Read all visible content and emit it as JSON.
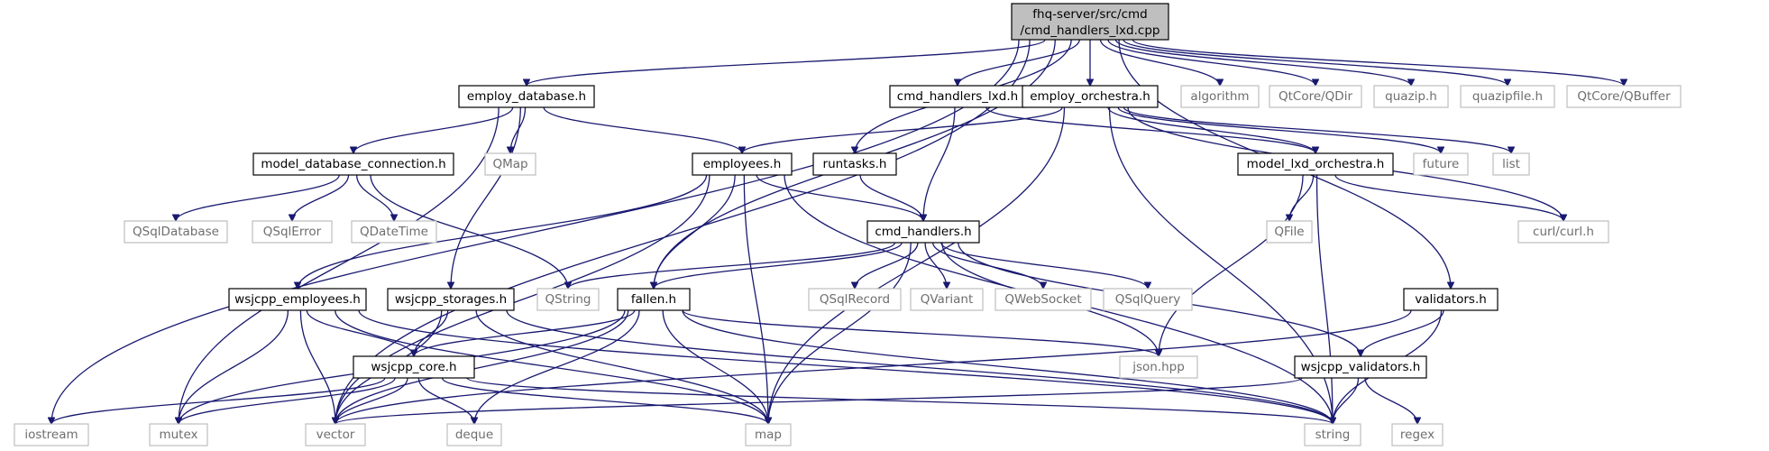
{
  "graph": {
    "root": {
      "line1": "fhq-server/src/cmd",
      "line2": "/cmd_handlers_lxd.cpp"
    },
    "nodes": {
      "employ_database": {
        "label": "employ_database.h",
        "kind": "local"
      },
      "cmd_handlers_lxd": {
        "label": "cmd_handlers_lxd.h",
        "kind": "local"
      },
      "employ_orchestra": {
        "label": "employ_orchestra.h",
        "kind": "local"
      },
      "model_database_connection": {
        "label": "model_database_connection.h",
        "kind": "local"
      },
      "employees": {
        "label": "employees.h",
        "kind": "local"
      },
      "runtasks": {
        "label": "runtasks.h",
        "kind": "local"
      },
      "model_lxd_orchestra": {
        "label": "model_lxd_orchestra.h",
        "kind": "local"
      },
      "cmd_handlers": {
        "label": "cmd_handlers.h",
        "kind": "local"
      },
      "wsjcpp_employees": {
        "label": "wsjcpp_employees.h",
        "kind": "local"
      },
      "wsjcpp_storages": {
        "label": "wsjcpp_storages.h",
        "kind": "local"
      },
      "fallen": {
        "label": "fallen.h",
        "kind": "local"
      },
      "validators": {
        "label": "validators.h",
        "kind": "local"
      },
      "wsjcpp_core": {
        "label": "wsjcpp_core.h",
        "kind": "local"
      },
      "wsjcpp_validators": {
        "label": "wsjcpp_validators.h",
        "kind": "local"
      },
      "algorithm": {
        "label": "algorithm",
        "kind": "sys"
      },
      "qtcore_qdir": {
        "label": "QtCore/QDir",
        "kind": "sys"
      },
      "quazip": {
        "label": "quazip.h",
        "kind": "sys"
      },
      "quazipfile": {
        "label": "quazipfile.h",
        "kind": "sys"
      },
      "qtcore_qbuffer": {
        "label": "QtCore/QBuffer",
        "kind": "sys"
      },
      "qmap": {
        "label": "QMap",
        "kind": "sys"
      },
      "future": {
        "label": "future",
        "kind": "sys"
      },
      "list": {
        "label": "list",
        "kind": "sys"
      },
      "qsqldatabase": {
        "label": "QSqlDatabase",
        "kind": "sys"
      },
      "qsqlerror": {
        "label": "QSqlError",
        "kind": "sys"
      },
      "qdatetime": {
        "label": "QDateTime",
        "kind": "sys"
      },
      "qfile": {
        "label": "QFile",
        "kind": "sys"
      },
      "curl": {
        "label": "curl/curl.h",
        "kind": "sys"
      },
      "qstring": {
        "label": "QString",
        "kind": "sys"
      },
      "qsqlrecord": {
        "label": "QSqlRecord",
        "kind": "sys"
      },
      "qvariant": {
        "label": "QVariant",
        "kind": "sys"
      },
      "qwebsocket": {
        "label": "QWebSocket",
        "kind": "sys"
      },
      "qsqlquery": {
        "label": "QSqlQuery",
        "kind": "sys"
      },
      "json": {
        "label": "json.hpp",
        "kind": "sys"
      },
      "iostream": {
        "label": "iostream",
        "kind": "sys"
      },
      "mutex": {
        "label": "mutex",
        "kind": "sys"
      },
      "vector": {
        "label": "vector",
        "kind": "sys"
      },
      "deque": {
        "label": "deque",
        "kind": "sys"
      },
      "map": {
        "label": "map",
        "kind": "sys"
      },
      "string": {
        "label": "string",
        "kind": "sys"
      },
      "regex": {
        "label": "regex",
        "kind": "sys"
      }
    },
    "edges": [
      [
        "root",
        "employ_database"
      ],
      [
        "root",
        "cmd_handlers_lxd"
      ],
      [
        "root",
        "employ_orchestra"
      ],
      [
        "root",
        "algorithm"
      ],
      [
        "root",
        "qtcore_qdir"
      ],
      [
        "root",
        "quazip"
      ],
      [
        "root",
        "quazipfile"
      ],
      [
        "root",
        "qtcore_qbuffer"
      ],
      [
        "root",
        "runtasks"
      ],
      [
        "root",
        "fallen"
      ],
      [
        "root",
        "validators"
      ],
      [
        "root",
        "iostream"
      ],
      [
        "root",
        "vector"
      ],
      [
        "employ_database",
        "model_database_connection"
      ],
      [
        "employ_database",
        "qmap"
      ],
      [
        "employ_database",
        "employees"
      ],
      [
        "employ_database",
        "wsjcpp_storages"
      ],
      [
        "employ_database",
        "mutex"
      ],
      [
        "cmd_handlers_lxd",
        "cmd_handlers"
      ],
      [
        "cmd_handlers_lxd",
        "model_lxd_orchestra"
      ],
      [
        "employ_orchestra",
        "employees"
      ],
      [
        "employ_orchestra",
        "model_lxd_orchestra"
      ],
      [
        "employ_orchestra",
        "future"
      ],
      [
        "employ_orchestra",
        "list"
      ],
      [
        "employ_orchestra",
        "curl"
      ],
      [
        "employ_orchestra",
        "map"
      ],
      [
        "employ_orchestra",
        "string"
      ],
      [
        "model_database_connection",
        "qsqldatabase"
      ],
      [
        "model_database_connection",
        "qsqlerror"
      ],
      [
        "model_database_connection",
        "qdatetime"
      ],
      [
        "model_database_connection",
        "qstring"
      ],
      [
        "employees",
        "cmd_handlers"
      ],
      [
        "employees",
        "wsjcpp_employees"
      ],
      [
        "employees",
        "fallen"
      ],
      [
        "employees",
        "map"
      ],
      [
        "employees",
        "vector"
      ],
      [
        "employees",
        "string"
      ],
      [
        "runtasks",
        "cmd_handlers"
      ],
      [
        "model_lxd_orchestra",
        "qfile"
      ],
      [
        "model_lxd_orchestra",
        "curl"
      ],
      [
        "model_lxd_orchestra",
        "json"
      ],
      [
        "model_lxd_orchestra",
        "string"
      ],
      [
        "cmd_handlers",
        "qstring"
      ],
      [
        "cmd_handlers",
        "qsqlrecord"
      ],
      [
        "cmd_handlers",
        "qvariant"
      ],
      [
        "cmd_handlers",
        "qwebsocket"
      ],
      [
        "cmd_handlers",
        "qsqlquery"
      ],
      [
        "cmd_handlers",
        "json"
      ],
      [
        "cmd_handlers",
        "wsjcpp_validators"
      ],
      [
        "cmd_handlers",
        "fallen"
      ],
      [
        "cmd_handlers",
        "map"
      ],
      [
        "wsjcpp_employees",
        "wsjcpp_core"
      ],
      [
        "wsjcpp_employees",
        "mutex"
      ],
      [
        "wsjcpp_employees",
        "vector"
      ],
      [
        "wsjcpp_employees",
        "map"
      ],
      [
        "wsjcpp_employees",
        "string"
      ],
      [
        "wsjcpp_storages",
        "wsjcpp_core"
      ],
      [
        "wsjcpp_storages",
        "vector"
      ],
      [
        "wsjcpp_storages",
        "map"
      ],
      [
        "wsjcpp_storages",
        "string"
      ],
      [
        "fallen",
        "wsjcpp_core"
      ],
      [
        "fallen",
        "json"
      ],
      [
        "fallen",
        "mutex"
      ],
      [
        "fallen",
        "vector"
      ],
      [
        "fallen",
        "deque"
      ],
      [
        "fallen",
        "map"
      ],
      [
        "fallen",
        "string"
      ],
      [
        "validators",
        "wsjcpp_validators"
      ],
      [
        "validators",
        "vector"
      ],
      [
        "validators",
        "string"
      ],
      [
        "wsjcpp_core",
        "iostream"
      ],
      [
        "wsjcpp_core",
        "mutex"
      ],
      [
        "wsjcpp_core",
        "vector"
      ],
      [
        "wsjcpp_core",
        "deque"
      ],
      [
        "wsjcpp_core",
        "map"
      ],
      [
        "wsjcpp_core",
        "string"
      ],
      [
        "wsjcpp_validators",
        "vector"
      ],
      [
        "wsjcpp_validators",
        "string"
      ],
      [
        "wsjcpp_validators",
        "regex"
      ]
    ]
  }
}
